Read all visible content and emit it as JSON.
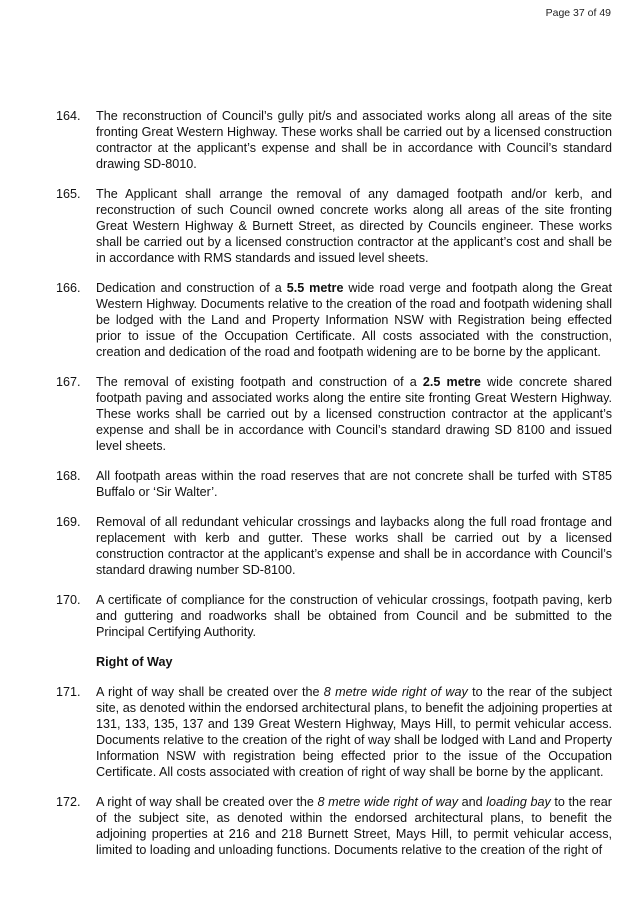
{
  "header": {
    "page_number": "Page 37 of 49"
  },
  "section_heading": "Right of Way",
  "clauses": [
    {
      "number": "164.",
      "text": "The reconstruction of Council’s gully pit/s and associated works along all areas of the site fronting Great Western Highway. These works shall be carried out by a licensed construction contractor at the applicant’s expense and shall be in accordance with Council’s standard drawing SD-8010."
    },
    {
      "number": "165.",
      "text": "The Applicant shall arrange the removal of any damaged footpath and/or kerb, and reconstruction of such Council owned concrete works along all areas of the site fronting Great Western Highway & Burnett Street, as directed by Councils engineer. These works shall be carried out by a licensed construction contractor at the applicant’s cost and shall be in accordance with RMS standards and issued level sheets."
    },
    {
      "number": "166.",
      "text_before": "Dedication and construction of a ",
      "bold": "5.5 metre",
      "text_after": " wide road verge and footpath along the Great Western Highway. Documents relative to the creation of the road and footpath widening shall be lodged with the Land and Property Information NSW with Registration being effected prior to issue of the Occupation Certificate. All costs associated with the construction, creation and dedication of the road and footpath widening are to be borne by the applicant."
    },
    {
      "number": "167.",
      "text_before": "The removal of existing footpath and construction of a ",
      "bold": "2.5 metre",
      "text_after": " wide concrete shared footpath paving and associated works along the entire site fronting Great Western Highway. These works shall be carried out by a licensed construction contractor at the applicant’s expense and shall be in accordance with Council’s standard drawing SD 8100 and issued level sheets."
    },
    {
      "number": "168.",
      "text": "All footpath areas within the road reserves that are not concrete shall be turfed with ST85 Buffalo or ‘Sir Walter’."
    },
    {
      "number": "169.",
      "text": "Removal of all redundant vehicular crossings and laybacks along the full road frontage and replacement with kerb and gutter. These works shall be carried out by a licensed construction contractor at the applicant’s expense and shall be in accordance with Council’s standard drawing number SD-8100."
    },
    {
      "number": "170.",
      "text": "A certificate of compliance for the construction of vehicular crossings, footpath paving, kerb and guttering and roadworks shall be obtained from Council and be submitted to the Principal Certifying Authority."
    },
    {
      "number": "171.",
      "text_before": "A right of way shall be created over the ",
      "italic": "8 metre wide right of way",
      "text_after": " to the rear of the subject site, as denoted within the endorsed architectural plans, to benefit the adjoining properties at 131, 133, 135, 137 and 139 Great Western Highway, Mays Hill, to permit vehicular access.  Documents relative to the creation of the right of way shall be lodged with Land and Property Information NSW with registration being effected prior to the issue of the Occupation Certificate. All costs associated with creation of right of way shall be borne by the applicant."
    },
    {
      "number": "172.",
      "text_before": "A right of way shall be created over the ",
      "italic": "8 metre wide right of way",
      "text_middle": " and ",
      "italic_2": "loading bay",
      "text_after": " to the rear of the subject site, as denoted within the endorsed architectural plans, to benefit the adjoining properties at 216 and 218 Burnett Street, Mays Hill, to permit vehicular access, limited to loading and unloading functions. Documents relative to the creation of the right of"
    }
  ]
}
